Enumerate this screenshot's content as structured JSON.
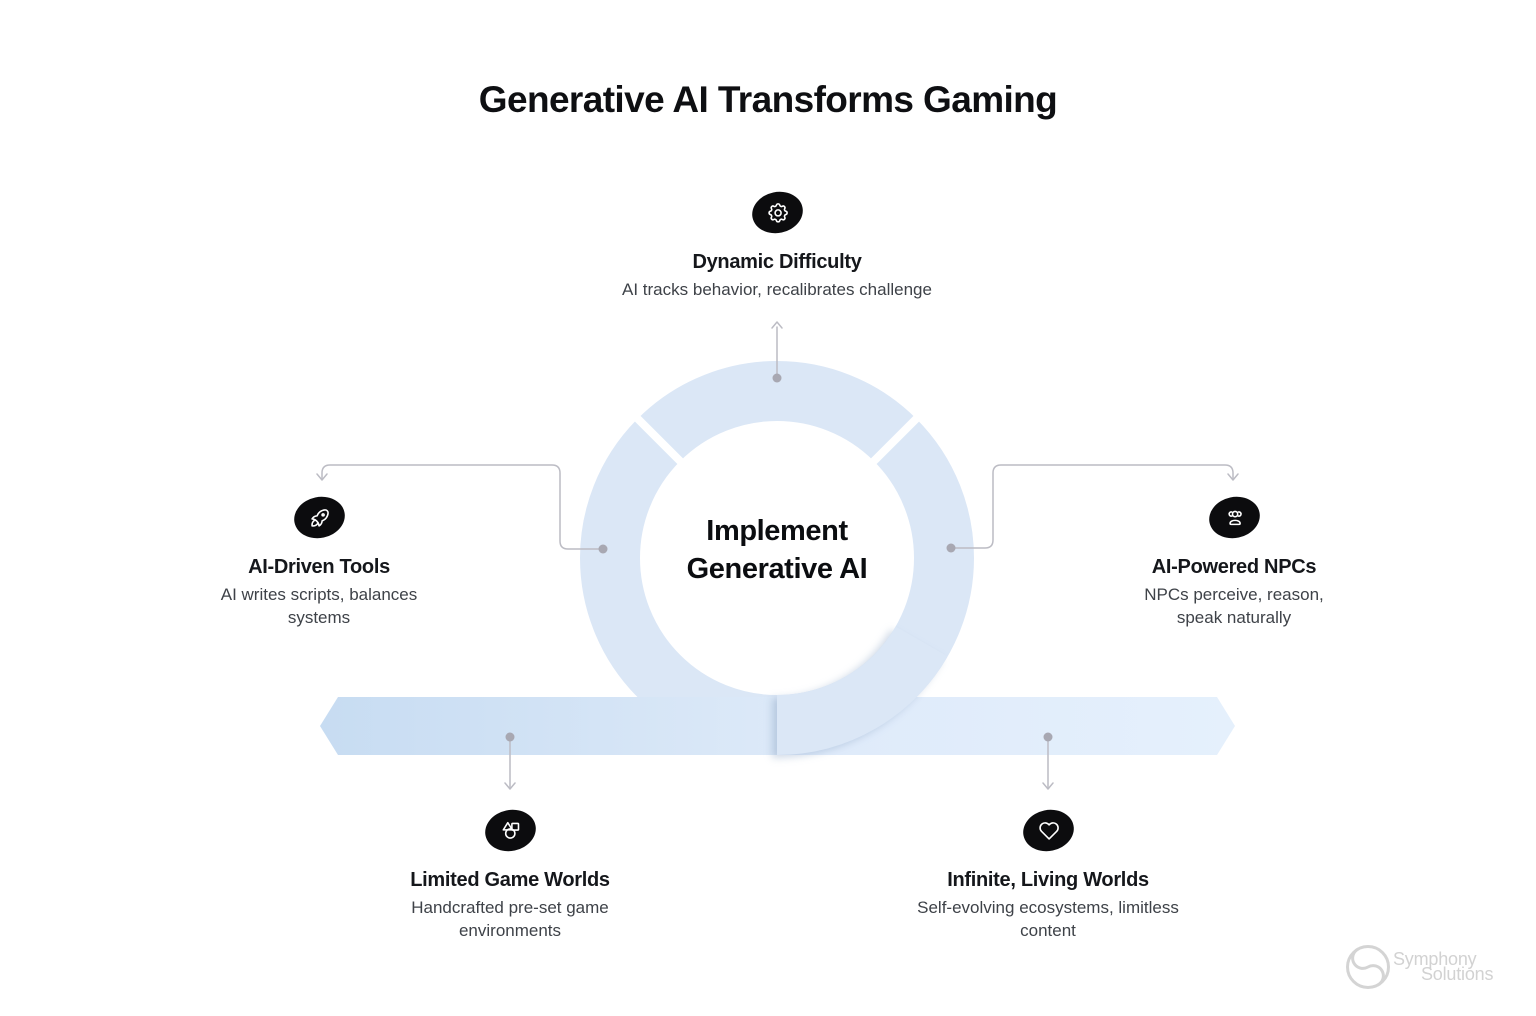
{
  "title": "Generative AI Transforms Gaming",
  "center": {
    "line1": "Implement",
    "line2": "Generative AI"
  },
  "nodes": {
    "top": {
      "icon": "gear-icon",
      "title": "Dynamic Difficulty",
      "subtitle": "AI tracks behavior, recalibrates challenge"
    },
    "left": {
      "icon": "rocket-icon",
      "title": "AI-Driven Tools",
      "subtitle": "AI writes scripts, balances systems"
    },
    "right": {
      "icon": "users-icon",
      "title": "AI-Powered NPCs",
      "subtitle": "NPCs perceive, reason, speak naturally"
    },
    "bottom_left": {
      "icon": "shapes-icon",
      "title": "Limited Game Worlds",
      "subtitle": "Handcrafted pre-set game environments"
    },
    "bottom_right": {
      "icon": "heart-icon",
      "title": "Infinite, Living Worlds",
      "subtitle": "Self-evolving ecosystems, limitless content"
    }
  },
  "logo": {
    "line1": "Symphony",
    "line2": "Solutions"
  },
  "colors": {
    "ring": "#dbe7f6",
    "band_left_start": "#c7dcf2",
    "band_left_end": "#dce9f8",
    "band_right_start": "#deeafa",
    "band_right_end": "#e5f0fc",
    "connector": "#bcbcc4",
    "connector_dot": "#a8a8b2",
    "node_bg": "#0c0c0e"
  }
}
